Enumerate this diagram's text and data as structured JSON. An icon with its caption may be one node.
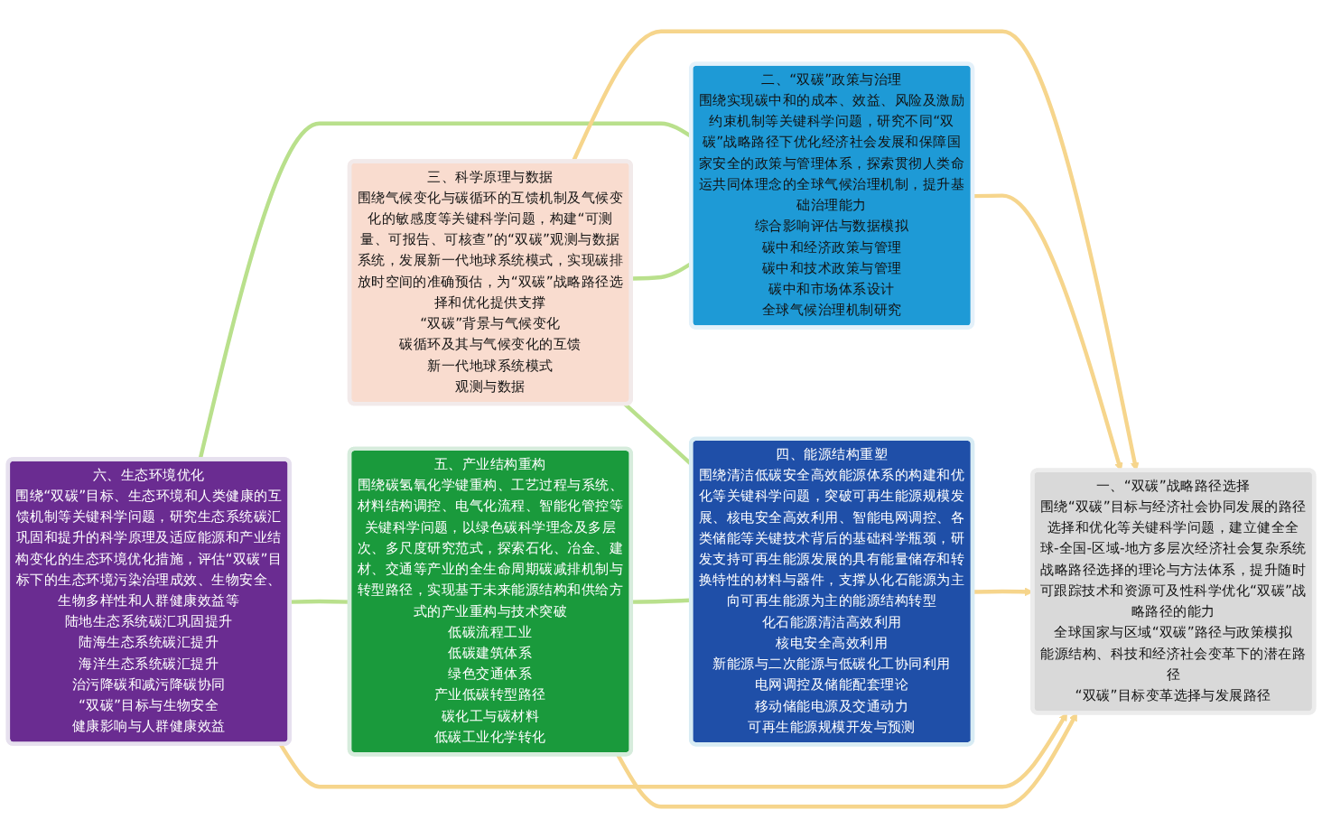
{
  "diagram": {
    "nodes": [
      {
        "text": [
          "三、科学原理与数据",
          "围绕气候变化与碳循环的互馈机制及气候变化的敏感度等关键科学问题，构建“可测量、可报告、可核查”的“双碳”观测与数据系统，发展新一代地球系统模式，实现碳排放时空间的准确预估，为“双碳”战略路径选择和优化提供支撑",
          "“双碳”背景与气候变化",
          "碳循环及其与气候变化的互馈",
          "新一代地球系统模式",
          "观测与数据"
        ]
      },
      {
        "text": [
          "二、“双碳”政策与治理",
          "围绕实现碳中和的成本、效益、风险及激励约束机制等关键科学问题，研究不同“双碳”战略路径下优化经济社会发展和保障国家安全的政策与管理体系，探索贯彻人类命运共同体理念的全球气候治理机制，提升基础治理能力",
          "综合影响评估与数据模拟",
          "碳中和经济政策与管理",
          "碳中和技术政策与管理",
          "碳中和市场体系设计",
          "全球气候治理机制研究"
        ]
      },
      {
        "text": [
          "一、“双碳”战略路径选择",
          "围绕“双碳”目标与经济社会协同发展的路径选择和优化等关键科学问题，建立健全全球-全国-区域-地方多层次经济社会复杂系统战略路径选择的理论与方法体系，提升随时可跟踪技术和资源可及性科学优化“双碳”战略路径的能力",
          "全球国家与区域“双碳”路径与政策模拟",
          "能源结构、科技和经济社会变革下的潜在路径",
          "“双碳”目标变革选择与发展路径"
        ]
      },
      {
        "text": [
          "四、能源结构重塑",
          "围绕清洁低碳安全高效能源体系的构建和优化等关键科学问题，突破可再生能源规模发展、核电安全高效利用、智能电网调控、各类储能等关键技术背后的基础科学瓶颈，研发支持可再生能源发展的具有能量储存和转换特性的材料与器件，支撑从化石能源为主向可再生能源为主的能源结构转型",
          "化石能源清洁高效利用",
          "核电安全高效利用",
          "新能源与二次能源与低碳化工协同利用",
          "电网调控及储能配套理论",
          "移动储能电源及交通动力",
          "可再生能源规模开发与预测"
        ]
      },
      {
        "text": [
          "六、生态环境优化",
          "围绕“双碳”目标、生态环境和人类健康的互馈机制等关键科学问题，研究生态系统碳汇巩固和提升的科学原理及适应能源和产业结构变化的生态环境优化措施，评估“双碳”目标下的生态环境污染治理成效、生物安全、生物多样性和人群健康效益等",
          "陆地生态系统碳汇巩固提升",
          "陆海生态系统碳汇提升",
          "海洋生态系统碳汇提升",
          "治污降碳和减污降碳协同",
          "“双碳”目标与生物安全",
          "健康影响与人群健康效益"
        ]
      },
      {
        "text": [
          "五、产业结构重构",
          "围绕碳氢氧化学键重构、工艺过程与系统、材料结构调控、电气化流程、智能化管控等关键科学问题，以绿色碳科学理念及多层次、多尺度研究范式，探索石化、冶金、建材、交通等产业的全生命周期碳减排机制与转型路径，实现基于未来能源结构和供给方式的产业重构与技术突破",
          "低碳流程工业",
          "低碳建筑体系",
          "绿色交通体系",
          "产业低碳转型路径",
          "碳化工与碳材料",
          "低碳工业化学转化"
        ]
      }
    ],
    "edges": [
      {
        "from": 0,
        "to": 3,
        "arrow": "none",
        "color": "#b9e08c"
      },
      {
        "from": 5,
        "to": 3,
        "arrow": "none",
        "color": "#b9e08c"
      },
      {
        "from": 4,
        "to": 5,
        "arrow": "none",
        "color": "#b9e08c"
      },
      {
        "from": 4,
        "to": 1,
        "arrow": "none",
        "color": "#b9e08c"
      },
      {
        "from": 0,
        "to": 1,
        "arrow": "none",
        "color": "#b9e08c"
      },
      {
        "from": 0,
        "to": 2,
        "arrow": "to",
        "color": "#f6d58c"
      },
      {
        "from": 1,
        "to": 2,
        "arrow": "to",
        "color": "#f6d58c"
      },
      {
        "from": 3,
        "to": 2,
        "arrow": "to",
        "color": "#f6d58c"
      },
      {
        "from": 4,
        "to": 2,
        "arrow": "to",
        "color": "#f6d58c"
      },
      {
        "from": 5,
        "to": 2,
        "arrow": "to",
        "color": "#f6d58c"
      }
    ]
  }
}
